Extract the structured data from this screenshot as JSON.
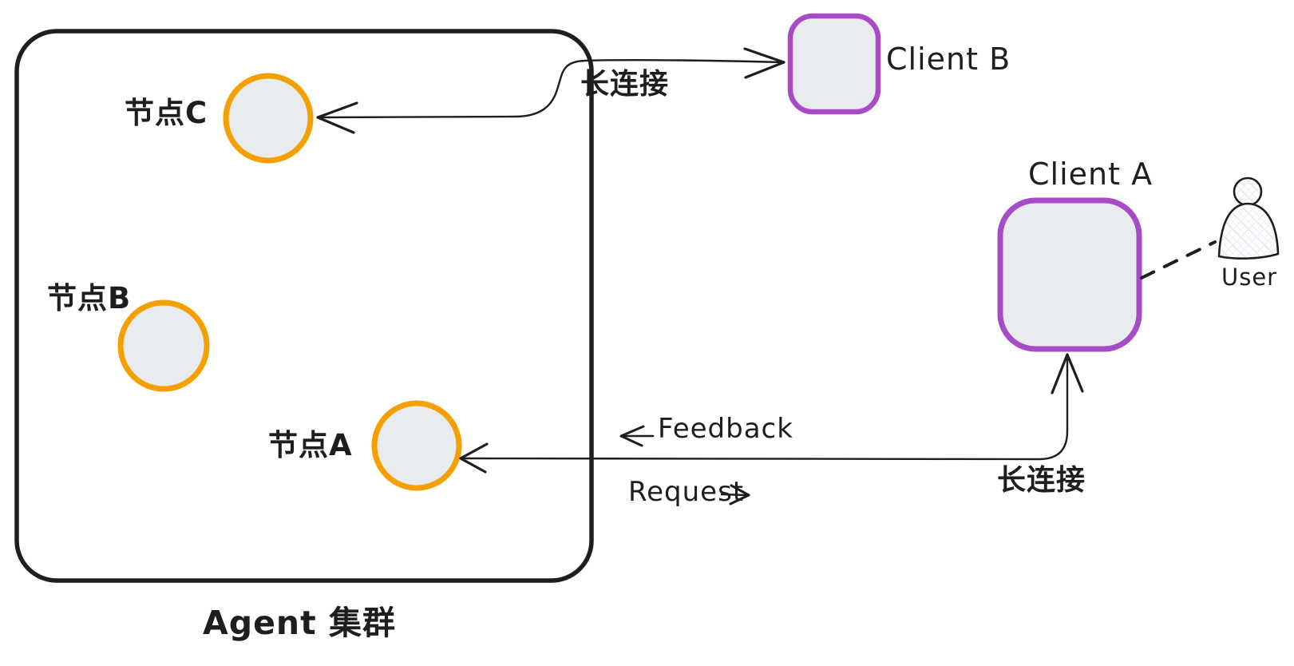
{
  "diagram": {
    "cluster": {
      "label": "Agent 集群",
      "nodes": [
        {
          "id": "node-c",
          "label": "节点C"
        },
        {
          "id": "node-b",
          "label": "节点B"
        },
        {
          "id": "node-a",
          "label": "节点A"
        }
      ]
    },
    "clients": [
      {
        "id": "client-b",
        "label": "Client B"
      },
      {
        "id": "client-a",
        "label": "Client A"
      }
    ],
    "user": {
      "label": "User"
    },
    "edges": [
      {
        "id": "clientb-to-nodec",
        "label": "长连接"
      },
      {
        "id": "clienta-to-nodea",
        "label": "长连接",
        "feedback_label": "Feedback",
        "request_label": "Request"
      }
    ],
    "colors": {
      "ink": "#1e1e1e",
      "node_stroke": "#f59f00",
      "client_stroke": "#a74bc6",
      "shape_fill": "#e9ecef",
      "background": "#ffffff"
    }
  }
}
